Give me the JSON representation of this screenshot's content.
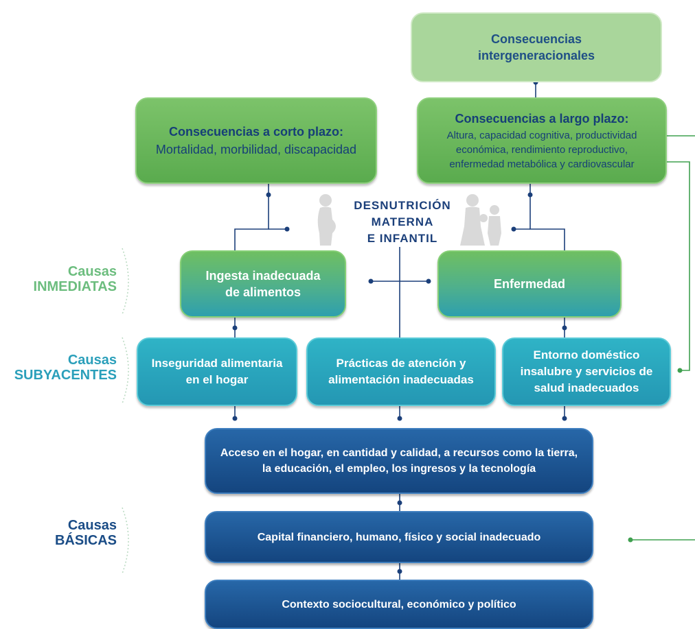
{
  "center_title": {
    "line1": "DESNUTRICIÓN",
    "line2": "MATERNA",
    "line3": "E INFANTIL"
  },
  "consequences": {
    "intergenerational": {
      "line1": "Consecuencias",
      "line2": "intergeneracionales"
    },
    "short_term": {
      "title": "Consecuencias a corto plazo:",
      "body": "Mortalidad, morbilidad, discapacidad"
    },
    "long_term": {
      "title": "Consecuencias a largo plazo:",
      "line1": "Altura, capacidad cognitiva, productividad",
      "line2": "económica, rendimiento reproductivo,",
      "line3": "enfermedad metabólica y cardiovascular"
    }
  },
  "labels": {
    "immediate": {
      "line1": "Causas",
      "line2": "INMEDIATAS"
    },
    "underlying": {
      "line1": "Causas",
      "line2": "SUBYACENTES"
    },
    "basic": {
      "line1": "Causas",
      "line2": "BÁSICAS"
    }
  },
  "immediate_causes": [
    {
      "line1": "Ingesta inadecuada",
      "line2": "de alimentos"
    },
    {
      "line1": "Enfermedad"
    }
  ],
  "underlying_causes": [
    {
      "line1": "Inseguridad alimentaria",
      "line2": "en el hogar"
    },
    {
      "line1": "Prácticas de atención y",
      "line2": "alimentación inadecuadas"
    },
    {
      "line1": "Entorno doméstico",
      "line2": "insalubre y servicios de",
      "line3": "salud inadecuados"
    }
  ],
  "basic_causes": [
    {
      "line1": "Acceso en el hogar, en cantidad y calidad, a recursos como la tierra,",
      "line2": "la educación, el empleo, los ingresos y la tecnología"
    },
    {
      "line1": "Capital financiero, humano, físico y social inadecuado"
    },
    {
      "line1": "Contexto sociocultural, económico y político"
    }
  ],
  "colors": {
    "navy": "#1b3f7a",
    "green_connector": "#3fa04f",
    "light_green": "#a9d69b",
    "teal": "#2fb3c6",
    "dark_blue": "#14457f"
  }
}
